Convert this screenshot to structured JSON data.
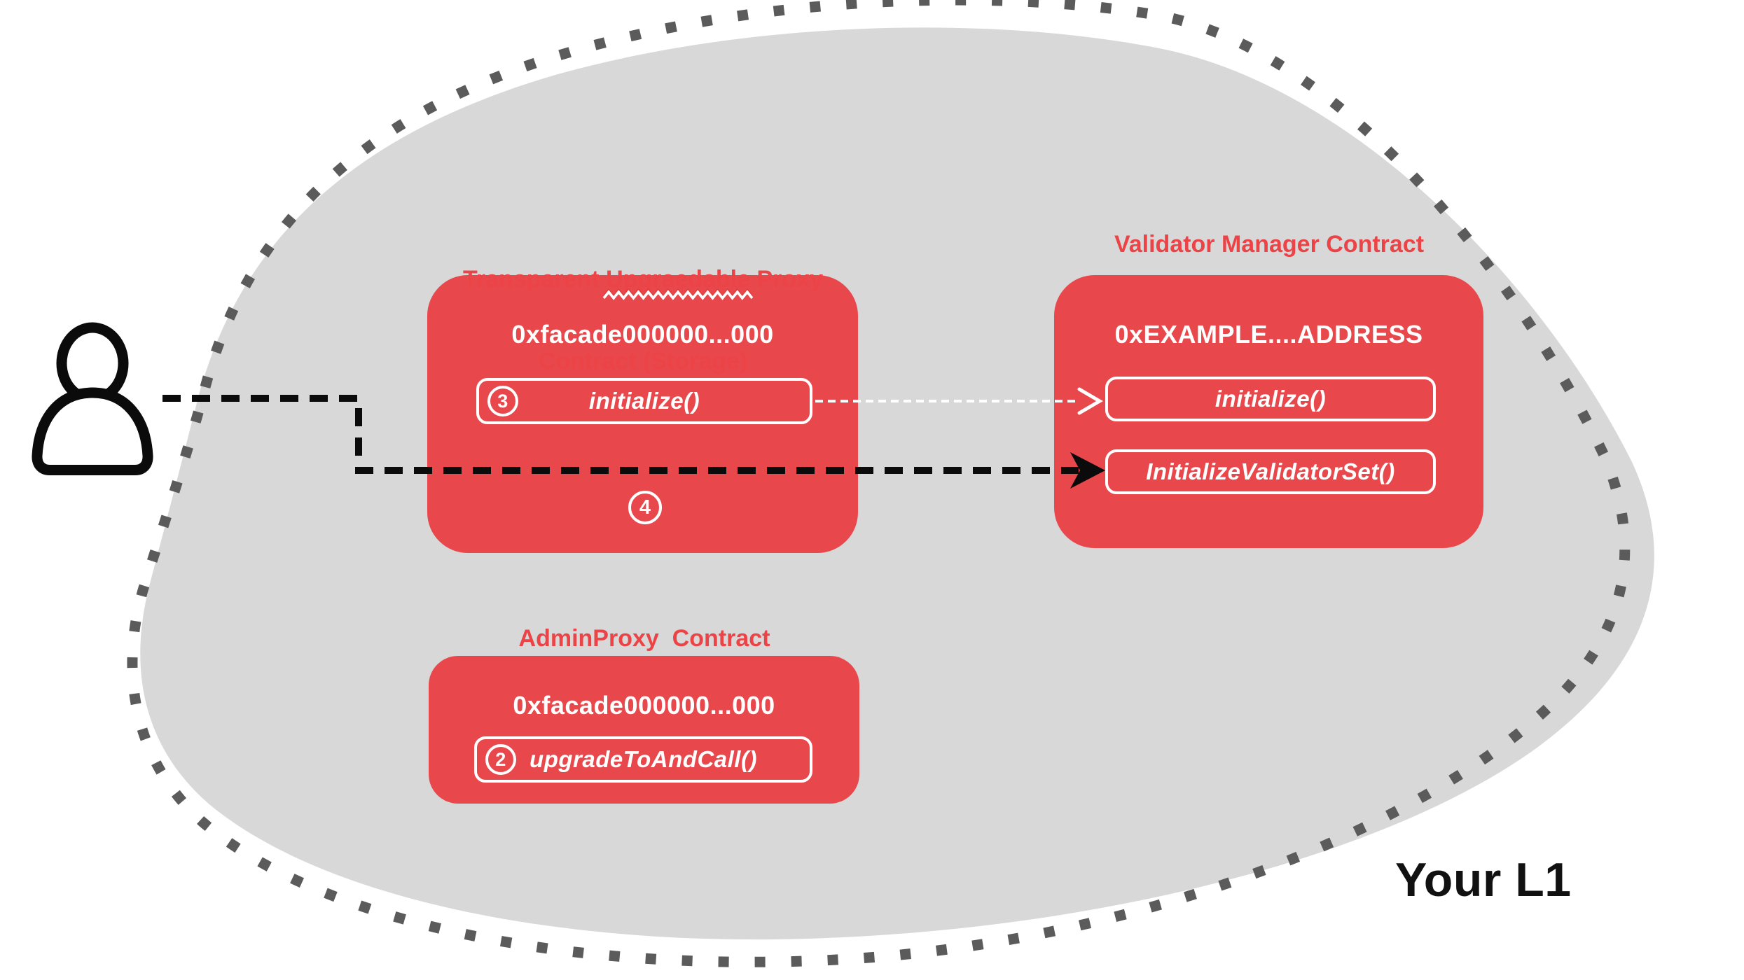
{
  "colors": {
    "box_red": "#e8484b",
    "title_red": "#ec4347",
    "blob_gray": "#d8d8d8",
    "dot_gray": "#5b5b5b",
    "line_black": "#0b0b0b"
  },
  "region": {
    "label": "Your L1"
  },
  "proxy_contract": {
    "title_prefix": "Transparent ",
    "title_misspelled_word": "Upgraedable",
    "title_suffix": " Proxy",
    "title_line2": "Contract (Storage)",
    "address": "0xfacade000000...000",
    "step_badge": "3",
    "method": "initialize()",
    "lower_step_badge": "4"
  },
  "validator_contract": {
    "title": "Validator Manager Contract",
    "address": "0xEXAMPLE....ADDRESS",
    "method_top": "initialize()",
    "method_bottom": "InitializeValidatorSet()"
  },
  "admin_contract": {
    "title": "AdminProxy  Contract",
    "address": "0xfacade000000...000",
    "step_badge": "2",
    "method": "upgradeToAndCall()"
  }
}
